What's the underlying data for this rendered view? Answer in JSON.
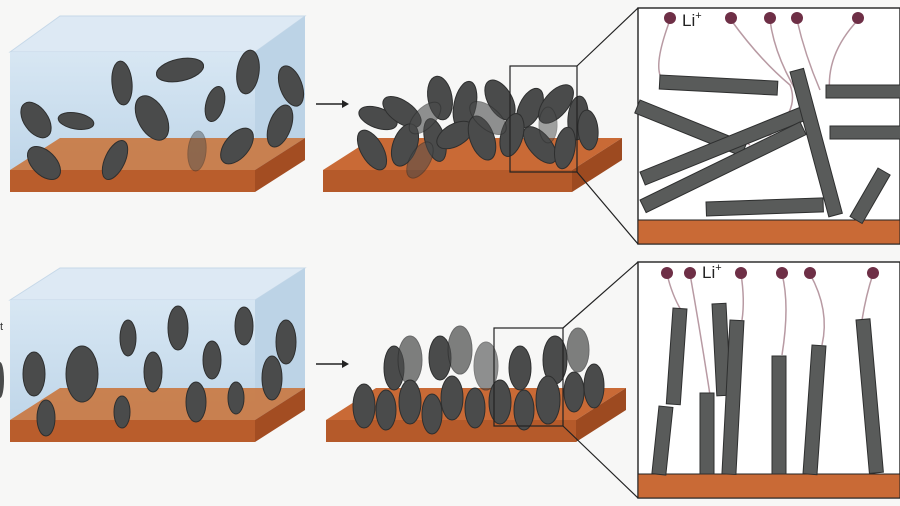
{
  "rows": [
    {
      "id": "top",
      "ion_label": "Li",
      "ion_charge": "+"
    },
    {
      "id": "bottom",
      "ion_label": "Li",
      "ion_charge": "+"
    }
  ],
  "partial_edge_text": "t",
  "colors": {
    "electrolyte": "#c7dced",
    "substrate_top": "#c96a36",
    "substrate_front": "#b55a2a",
    "flake": "#4a4b4b",
    "ion": "#6e2f46",
    "tether": "#b89aa3",
    "arrow": "#222222"
  }
}
